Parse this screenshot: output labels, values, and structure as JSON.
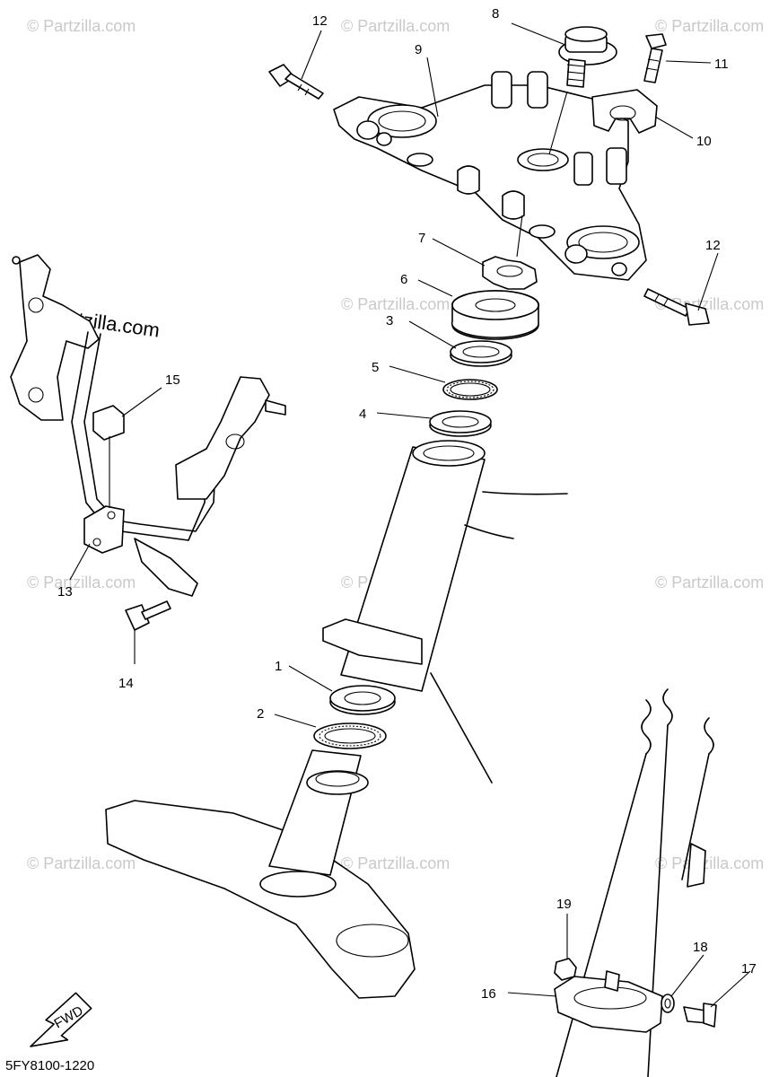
{
  "watermark": "© Partzilla.com",
  "brand_watermark": "© Partzilla.com",
  "diagram_code": "5FY8100-1220",
  "fwd_label": "FWD",
  "callouts": [
    {
      "id": "c1",
      "label": "1"
    },
    {
      "id": "c2",
      "label": "2"
    },
    {
      "id": "c3",
      "label": "3"
    },
    {
      "id": "c4",
      "label": "4"
    },
    {
      "id": "c5",
      "label": "5"
    },
    {
      "id": "c6",
      "label": "6"
    },
    {
      "id": "c7",
      "label": "7"
    },
    {
      "id": "c8",
      "label": "8"
    },
    {
      "id": "c9",
      "label": "9"
    },
    {
      "id": "c10",
      "label": "10"
    },
    {
      "id": "c11",
      "label": "11"
    },
    {
      "id": "c12a",
      "label": "12"
    },
    {
      "id": "c12b",
      "label": "12"
    },
    {
      "id": "c13",
      "label": "13"
    },
    {
      "id": "c14",
      "label": "14"
    },
    {
      "id": "c15",
      "label": "15"
    },
    {
      "id": "c16",
      "label": "16"
    },
    {
      "id": "c17",
      "label": "17"
    },
    {
      "id": "c18",
      "label": "18"
    },
    {
      "id": "c19",
      "label": "19"
    }
  ]
}
